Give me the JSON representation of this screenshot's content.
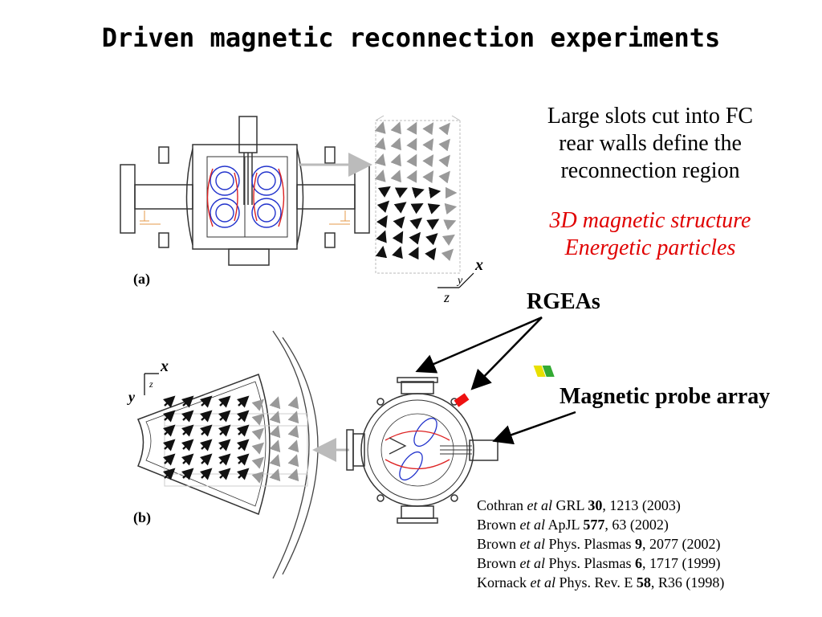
{
  "title": "Driven magnetic reconnection experiments",
  "description": [
    "Large slots cut into FC",
    "rear walls define the",
    "reconnection region"
  ],
  "highlights": [
    "3D magnetic structure",
    "Energetic particles"
  ],
  "rgeas_label": "RGEAs",
  "probe_label": "Magnetic probe array",
  "panel_a": "(a)",
  "panel_b": "(b)",
  "axes": {
    "x": "x",
    "y": "y",
    "z": "z"
  },
  "references": [
    {
      "author": "Cothran",
      "etal": "et al",
      "journal": "GRL",
      "volume": "30",
      "rest": ", 1213 (2003)"
    },
    {
      "author": "Brown",
      "etal": "et al",
      "journal": "ApJL",
      "volume": "577",
      "rest": ", 63 (2002)"
    },
    {
      "author": "Brown",
      "etal": "et al",
      "journal": "Phys. Plasmas",
      "volume": "9",
      "rest": ", 2077 (2002)"
    },
    {
      "author": "Brown",
      "etal": "et al",
      "journal": "Phys. Plasmas",
      "volume": "6",
      "rest": ", 1717 (1999)"
    },
    {
      "author": "Kornack",
      "etal": "et al",
      "journal": "Phys. Rev. E",
      "volume": "58",
      "rest": ", R36 (1998)"
    }
  ],
  "colors": {
    "highlight": "#e00000",
    "field_blue": "#2233cc",
    "field_red": "#dd2222",
    "rgea_yellow": "#e8e000",
    "rgea_green": "#33aa33",
    "rgea_red": "#ee1111"
  }
}
